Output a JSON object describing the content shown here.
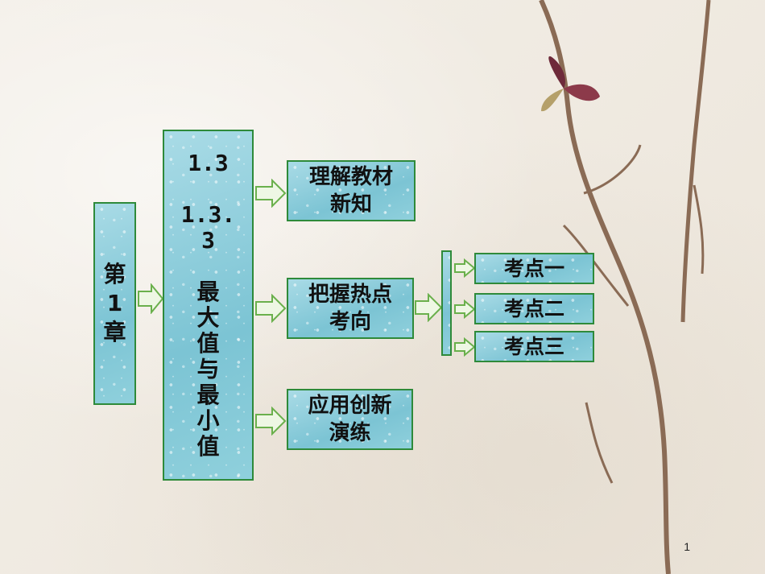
{
  "chapter": "第\n1\n章",
  "section": "1.3\n\n1.3.\n3\n\n最\n大\n值\n与\n最\n小\n值",
  "topics": [
    {
      "label": "理解教材\n新知"
    },
    {
      "label": "把握热点\n考向"
    },
    {
      "label": "应用创新\n演练"
    }
  ],
  "subtopics": [
    {
      "label": "考点一"
    },
    {
      "label": "考点二"
    },
    {
      "label": "考点三"
    }
  ],
  "page_number": "1",
  "colors": {
    "box_border": "#2e8a3a",
    "box_fill": "#8fd0dc",
    "arrow": "#6ab04c"
  }
}
